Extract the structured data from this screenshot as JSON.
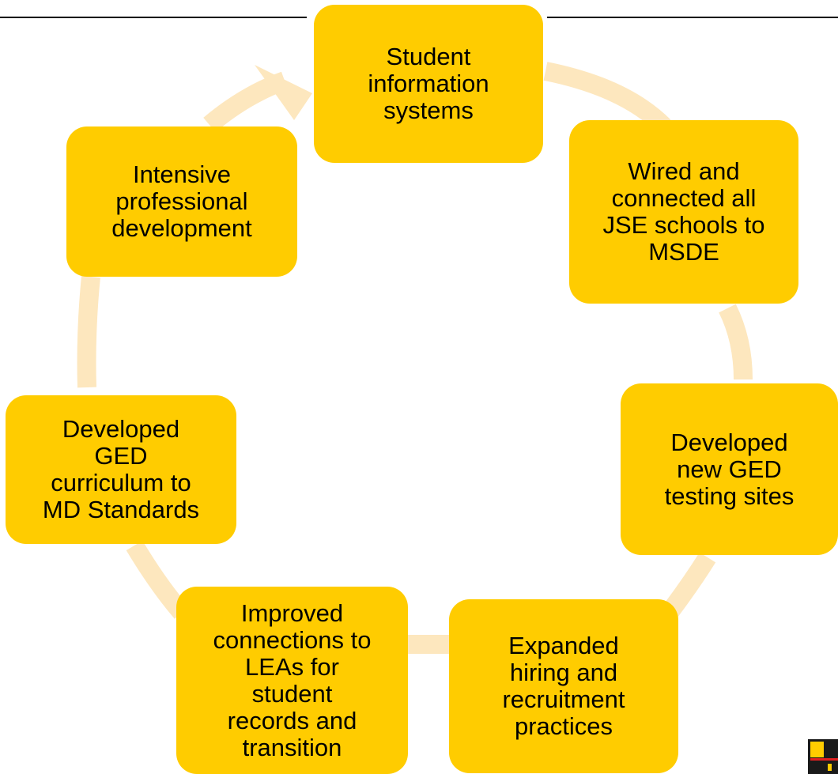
{
  "diagram": {
    "type": "cycle",
    "colors": {
      "node_fill": "#FFCC00",
      "ring": "#FDE7BE",
      "text": "#000000",
      "rule": "#000000"
    },
    "nodes": [
      {
        "id": "student-info",
        "label": "Student\ninformation\nsystems"
      },
      {
        "id": "wired",
        "label": "Wired and\nconnected all\nJSE schools to\nMSDE"
      },
      {
        "id": "ged-testing",
        "label": "Developed\nnew GED\ntesting sites"
      },
      {
        "id": "hiring",
        "label": "Expanded\nhiring and\nrecruitment\npractices"
      },
      {
        "id": "leas",
        "label": "Improved\nconnections to\nLEAs for\nstudent\nrecords and\ntransition"
      },
      {
        "id": "ged-curriculum",
        "label": "Developed\nGED\ncurriculum to\nMD Standards"
      },
      {
        "id": "prof-dev",
        "label": "Intensive\nprofessional\ndevelopment"
      }
    ]
  }
}
